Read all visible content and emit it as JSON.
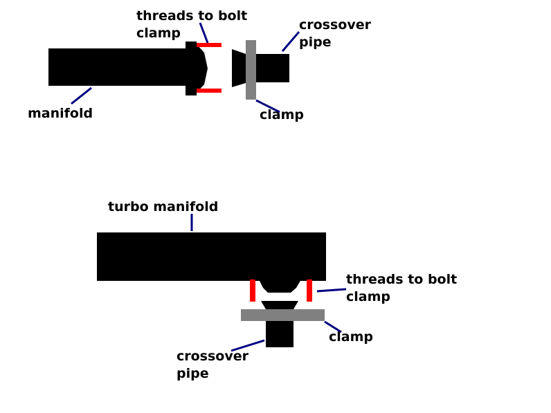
{
  "colors": {
    "part": "#000000",
    "thread": "#ff0000",
    "clamp": "#808080",
    "leader": "#000080"
  },
  "top_diagram": {
    "threads_label_line1": "threads to bolt",
    "threads_label_line2": "clamp",
    "crossover_label_line1": "crossover",
    "crossover_label_line2": "pipe",
    "manifold_label": "manifold",
    "clamp_label": "clamp"
  },
  "bottom_diagram": {
    "turbo_manifold_label": "turbo manifold",
    "threads_label_line1": "threads to bolt",
    "threads_label_line2": "clamp",
    "clamp_label": "clamp",
    "crossover_label_line1": "crossover",
    "crossover_label_line2": "pipe"
  }
}
